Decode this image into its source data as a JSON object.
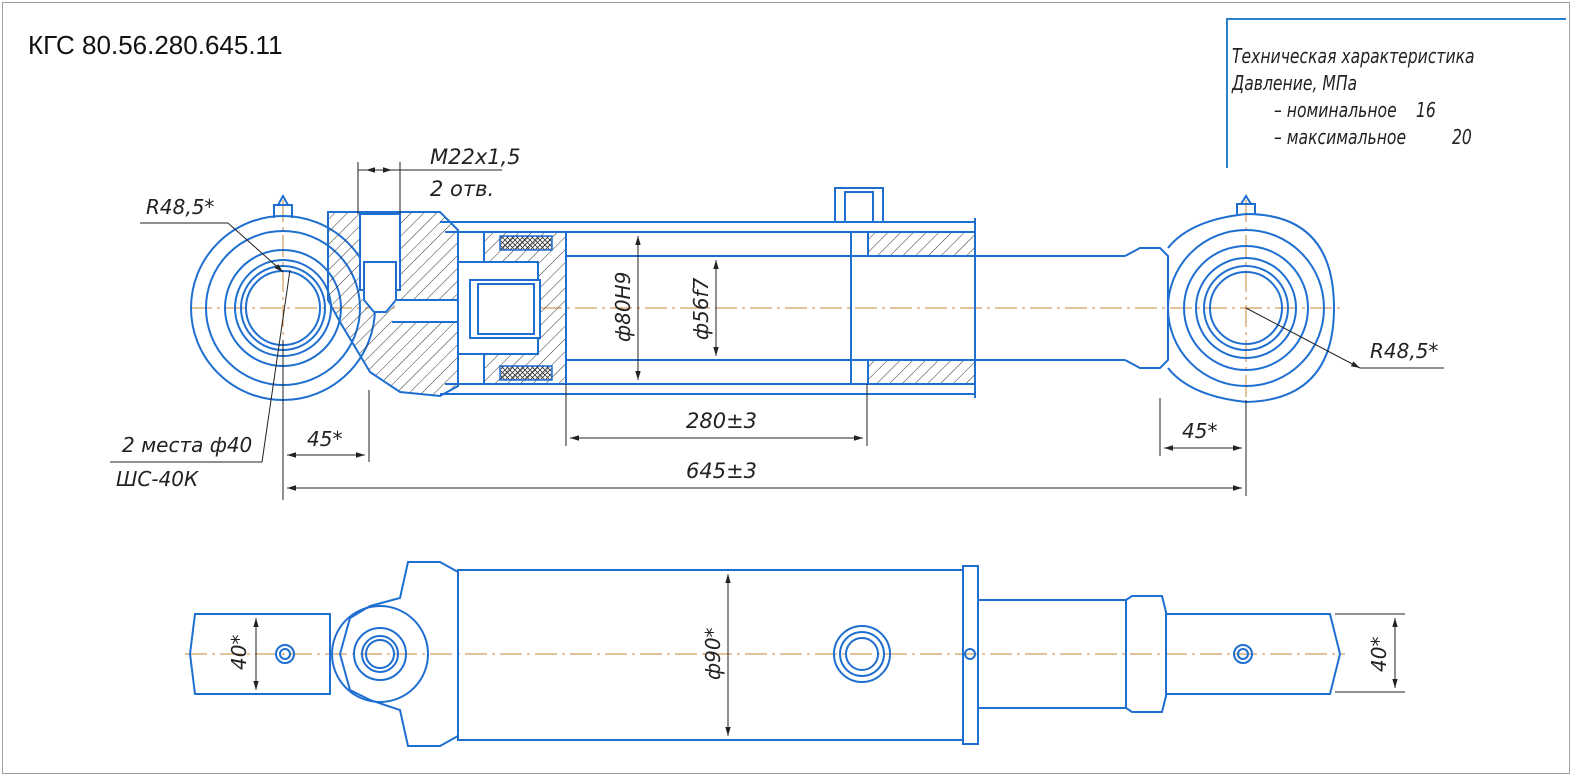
{
  "title": "КГС 80.56.280.645.11",
  "spec": {
    "heading": "Техническая характеристика",
    "pressure": "Давление, МПа",
    "nominal_label": "– номинальное",
    "nominal_value": "16",
    "max_label": "– максимальное",
    "max_value": "20"
  },
  "dimensions": {
    "thread": "М22х1,5",
    "thread_holes": "2 отв.",
    "radius_left": "R48,5*",
    "radius_right": "R48,5*",
    "bore": "ф80Н9",
    "rod": "ф56f7",
    "stroke": "280±3",
    "overall": "645±3",
    "eye_left": "45*",
    "eye_right": "45*",
    "bearing": "2 места ф40",
    "bearing_type": "ШС-40К",
    "body_dia": "ф90*",
    "width_left": "40*",
    "width_right": "40*"
  },
  "colors": {
    "outline": "#1f6fd1",
    "dimension": "#222222",
    "centerline": "#c8843a",
    "hatch": "#333333"
  }
}
